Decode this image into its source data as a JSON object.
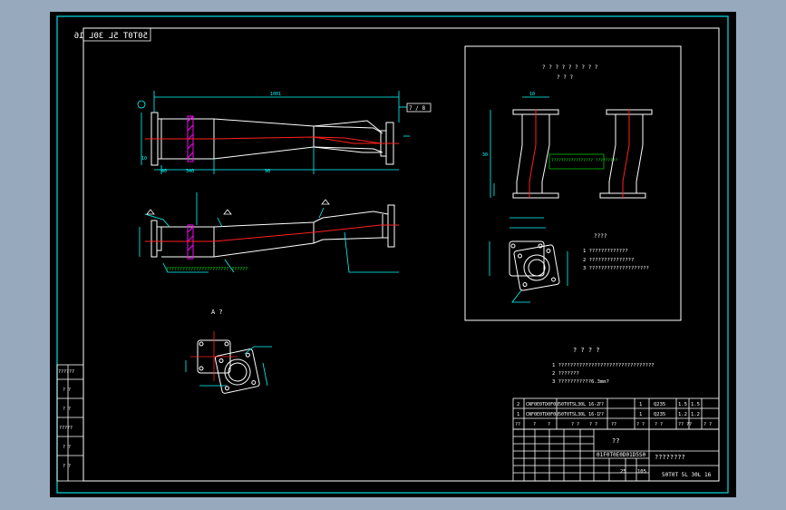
{
  "colors": {
    "background": "#97a9bd",
    "paper": "#000000",
    "frame": "#00cfd6",
    "outline": "#ffffff",
    "dimension": "#00ffff",
    "centerline": "#ff2020",
    "hatch": "#ff00ff",
    "note": "#00ff00",
    "yellow": "#ffff00"
  },
  "drawing_code_mirrored": "50T0T 5L 30L 16",
  "main_view": {
    "top_dim": "1001",
    "tag": "7 / 8",
    "left_dims": [
      "10",
      "40",
      "340",
      "90"
    ],
    "weld_note": "??????????????????????? ??????"
  },
  "detail_inset": {
    "header_line1": "? ? ? ? ? ? ? ? ?",
    "header_line2": "? ? ?",
    "dim_a": "30",
    "dim_b": "10",
    "note_box": "????????????????? ?????????",
    "notes_title": "????",
    "notes": [
      "1 ?????????????",
      "2 ???????????????",
      "3 ????????????????????"
    ]
  },
  "view_a_label": "A ?",
  "main_notes": {
    "title": "? ? ? ?",
    "lines": [
      "1 ????????????????????????????????",
      "2 ???????",
      "3 ???????????6.3mm?"
    ]
  },
  "left_table": [
    "??????",
    "? ?",
    "? ?",
    "?????",
    "? ?",
    "? ?"
  ],
  "bom_rows": [
    {
      "no": "2",
      "code": "CNF0E0TD0F0U",
      "name": "50T0T5L30L 16-2",
      "cn": "??",
      "qty": "1",
      "mat": "Q235",
      "w1": "1.5",
      "w2": "1.5"
    },
    {
      "no": "1",
      "code": "CNF0E0TD0F0U",
      "name": "50T0T5L30L 16-1",
      "cn": "??",
      "qty": "1",
      "mat": "Q235",
      "w1": "1.2",
      "w2": "1.2"
    }
  ],
  "bom_header": [
    "??",
    "?",
    "?",
    "? ?",
    "? ?",
    "??",
    "? ?",
    "? ?",
    "?? ??",
    "? ?"
  ],
  "title_block": {
    "label": "??",
    "drawing_no": "01F0T0E0D01D5S0",
    "title": "????????",
    "code": "50T0T 5L 30L 16",
    "scale": "25",
    "sheet": "105"
  }
}
